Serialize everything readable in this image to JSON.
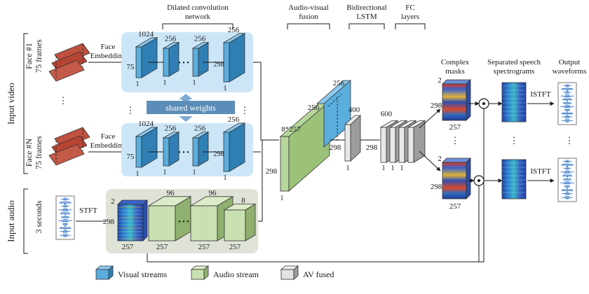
{
  "colors": {
    "visual_block": "#5aaede",
    "visual_block_dark": "#2f7fb4",
    "visual_panel": "#cce6f7",
    "audio_block": "#c9e0b0",
    "audio_block_dark": "#8fb06f",
    "audio_panel": "#dfe3d7",
    "fused_block": "#dcdcdc",
    "fused_block_dark": "#8c8c8c",
    "shared_weights_bg": "#5b8db8",
    "fusion_green": "#9cc27a"
  },
  "header": {
    "dilated_conv": [
      "Dilated convolution",
      "network"
    ],
    "av_fusion": [
      "Audio-visual",
      "fusion"
    ],
    "bilstm": [
      "Bidirectional",
      "LSTM"
    ],
    "fc": [
      "FC",
      "layers"
    ],
    "complex_masks": [
      "Complex",
      "masks"
    ],
    "separated": [
      "Separated speech",
      "spectrograms"
    ],
    "output_waveforms": [
      "Output",
      "waveforms"
    ]
  },
  "side_labels": {
    "input_video": "Input video",
    "input_audio": "Input audio",
    "face1": [
      "Face #1",
      "75 frames"
    ],
    "faceN": [
      "Face #N",
      "75 frames"
    ],
    "seconds": "3 seconds"
  },
  "visual": {
    "face_embedding": [
      "Face",
      "Embedding"
    ],
    "shared_weights": "shared weights",
    "dims_top": [
      "1024",
      "256",
      "256",
      "256"
    ],
    "height": "75",
    "ones": [
      "1",
      "1",
      "1",
      "1"
    ],
    "last_height": "298",
    "dots": "•\n•\n•"
  },
  "audio": {
    "stft": "STFT",
    "channels": "2",
    "height": "298",
    "dims_top": [
      "96",
      "96",
      "8"
    ],
    "widths": [
      "257",
      "257",
      "257",
      "257"
    ]
  },
  "fusion": {
    "concat": "8*257",
    "height": "298",
    "one": "1",
    "visual_256a": "256",
    "visual_256b": "256",
    "lstm_400": "400",
    "lstm_height": "298",
    "lstm_one": "1",
    "fc_600": "600",
    "fc_height": "298",
    "fc_ones": [
      "1",
      "1",
      "1"
    ]
  },
  "outputs": {
    "mask_top": "2",
    "mask_height": "298",
    "mask_width": "257",
    "mask2_top": "2",
    "mask2_height": "298",
    "mask2_width": "257",
    "istft": "ISTFT",
    "istft2": "ISTFT"
  },
  "legend": [
    {
      "label": "Visual streams",
      "kind": "visual"
    },
    {
      "label": "Audio stream",
      "kind": "audio"
    },
    {
      "label": "AV fused",
      "kind": "fused"
    }
  ]
}
